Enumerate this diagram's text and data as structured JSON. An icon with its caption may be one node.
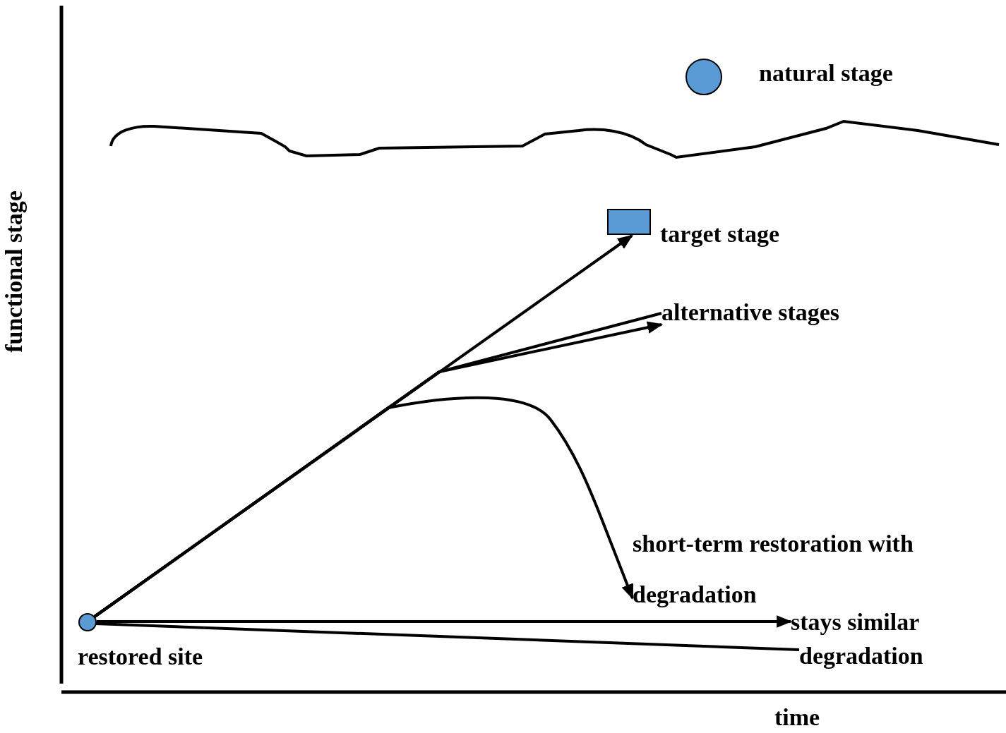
{
  "diagram": {
    "nodes": [
      {
        "text": [],
        "shape": "circle",
        "beside": [
          "restored site"
        ]
      },
      {
        "text": [],
        "shape": "box",
        "beside": [
          "target stage"
        ]
      },
      {
        "text": [],
        "shape": "circle",
        "beside": [
          "natural stage"
        ]
      },
      {
        "text": [
          "alternative stages"
        ]
      },
      {
        "text": [
          "short-term restoration with degradation"
        ]
      },
      {
        "text": [
          "stays similar"
        ]
      },
      {
        "text": [
          "degradation"
        ]
      }
    ],
    "edges": [
      {
        "from": 0,
        "to": 1,
        "arrow": "to"
      },
      {
        "from": 0,
        "to": 3,
        "arrow": "none"
      },
      {
        "from": 0,
        "to": 3,
        "arrow": "to"
      },
      {
        "from": 0,
        "to": 4,
        "arrow": "to"
      },
      {
        "from": 0,
        "to": 5,
        "arrow": "to"
      },
      {
        "from": 0,
        "to": 6,
        "arrow": "none"
      }
    ],
    "labels": [
      "functional stage",
      "time"
    ]
  }
}
